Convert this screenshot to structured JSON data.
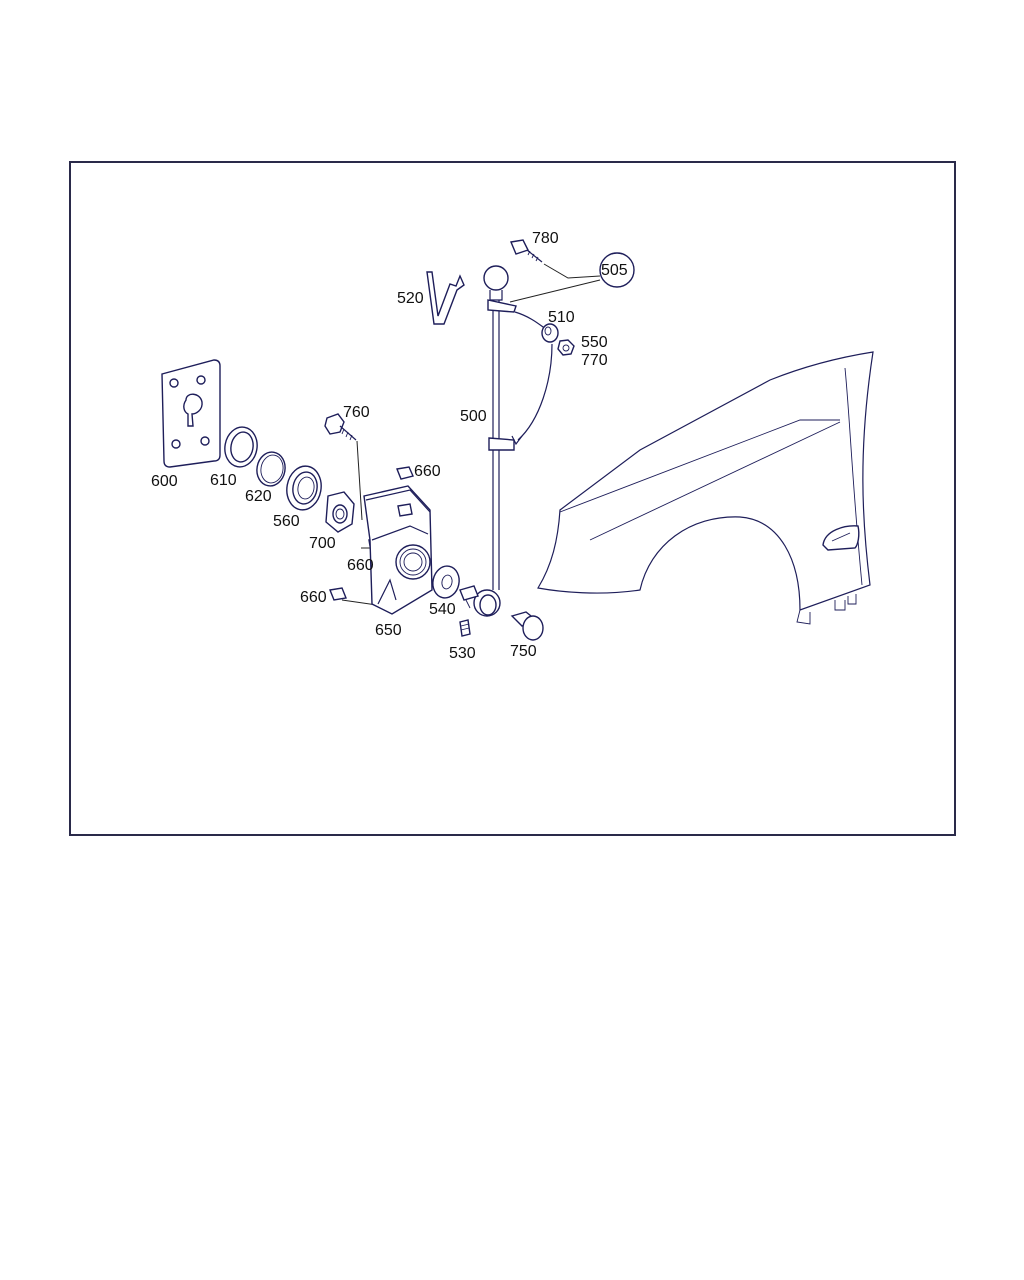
{
  "diagram": {
    "labels": {
      "p500": "500",
      "p505": "505",
      "p510": "510",
      "p520": "520",
      "p530": "530",
      "p540": "540",
      "p550": "550",
      "p560": "560",
      "p600": "600",
      "p610": "610",
      "p620": "620",
      "p650": "650",
      "p660a": "660",
      "p660b": "660",
      "p660c": "660",
      "p700": "700",
      "p750": "750",
      "p760": "760",
      "p770": "770",
      "p780": "780"
    },
    "colors": {
      "line": "#1e1e5a",
      "text": "#111111",
      "frame": "#2a2a4a"
    }
  }
}
